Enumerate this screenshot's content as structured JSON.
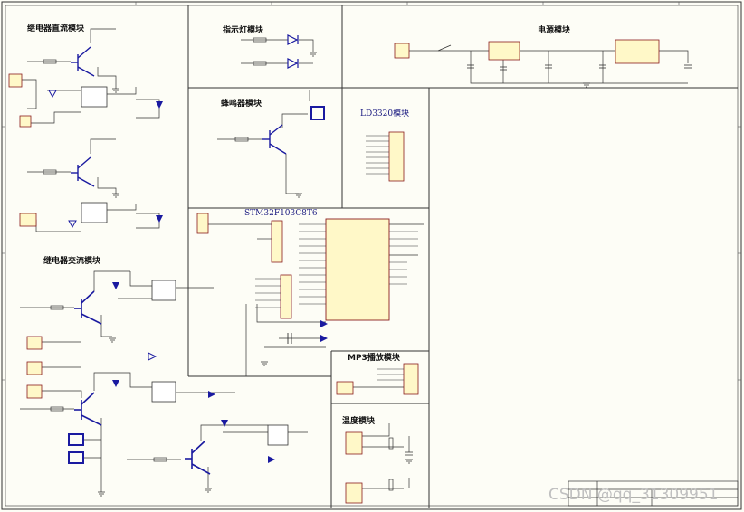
{
  "modules": {
    "relay_dc": "继电器直流模块",
    "indicator": "指示灯模块",
    "power": "电源模块",
    "buzzer": "蜂鸣器模块",
    "ld3320": "LD3320模块",
    "mcu": "STM32F103C8T6",
    "relay_ac": "继电器交流模块",
    "mp3": "MP3播放模块",
    "temperature": "温度模块"
  },
  "watermark": "CSDN @qq_31309951",
  "colors": {
    "frame": "#333333",
    "symbol": "#1a1aa0",
    "chip_fill": "#fff8c8",
    "chip_border": "#8a1c1c",
    "wire": "#333333",
    "net_label": "#b00000"
  }
}
